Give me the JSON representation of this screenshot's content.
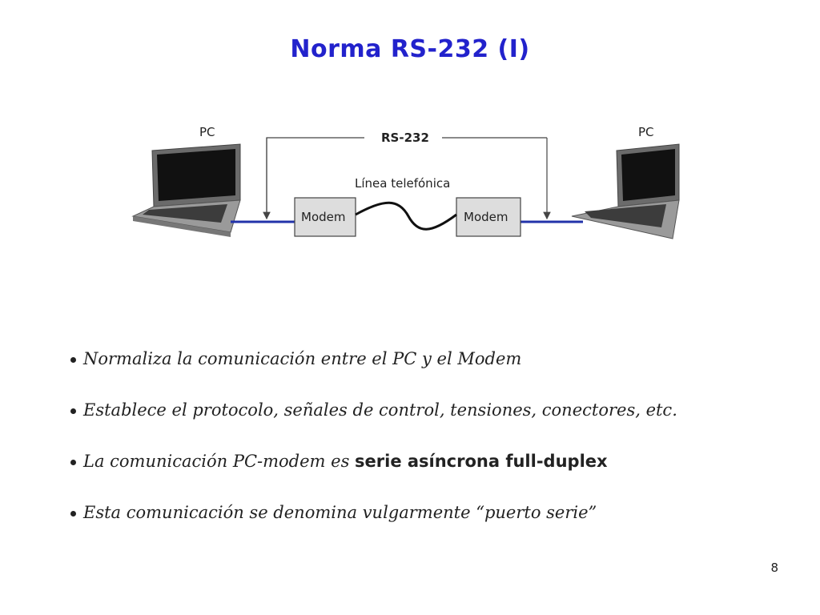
{
  "slide": {
    "title": "Norma RS-232 (I)",
    "page_number": "8"
  },
  "diagram": {
    "left_pc_label": "PC",
    "right_pc_label": "PC",
    "link_label": "RS-232",
    "phone_line_label": "Línea telefónica",
    "left_modem_label": "Modem",
    "right_modem_label": "Modem",
    "colors": {
      "cable": "#2233aa",
      "modem_fill": "#dddddd",
      "laptop_body": "#8c8c8c"
    }
  },
  "bullets": [
    {
      "text": "Normaliza la comunicación entre el PC y el Modem"
    },
    {
      "text": "Establece el protocolo, señales de control, tensiones, conectores, etc."
    },
    {
      "text": "La comunicación PC-modem es ",
      "bold": "serie asíncrona full-duplex"
    },
    {
      "text": "Esta comunicación se denomina vulgarmente “puerto serie”"
    }
  ]
}
